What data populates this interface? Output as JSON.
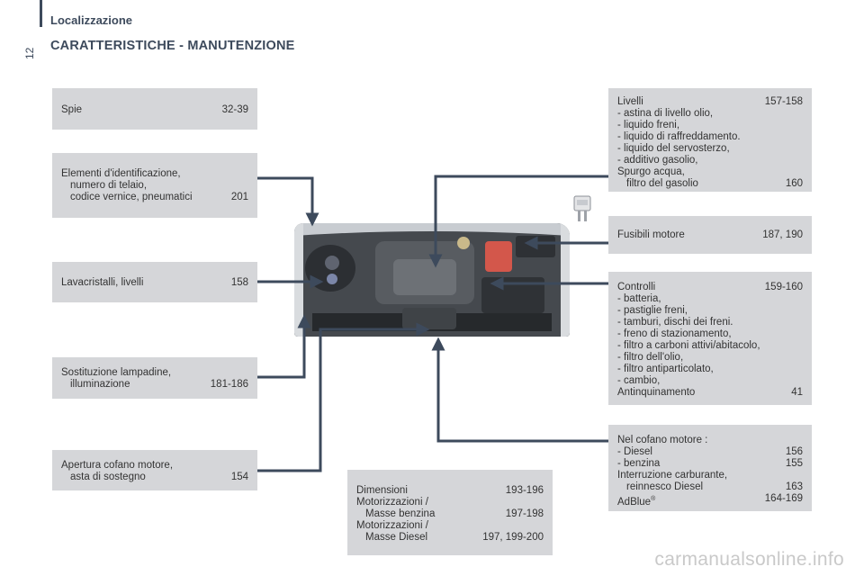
{
  "header": {
    "section": "Localizzazione",
    "title": "CARATTERISTICHE - MANUTENZIONE",
    "page_number": "12"
  },
  "left": {
    "spie": {
      "label": "Spie",
      "pages": "32-39"
    },
    "elementi": {
      "l1": "Elementi d'identificazione,",
      "l2": "numero di telaio,",
      "l3": "codice vernice, pneumatici",
      "pages": "201"
    },
    "lavacristalli": {
      "label": "Lavacristalli, livelli",
      "pages": "158"
    },
    "lampadine": {
      "l1": "Sostituzione lampadine,",
      "l2": "illuminazione",
      "pages": "181-186"
    },
    "cofano": {
      "l1": "Apertura cofano motore,",
      "l2": "asta di sostegno",
      "pages": "154"
    }
  },
  "bottom": {
    "dimensioni": {
      "label": "Dimensioni",
      "pages": "193-196"
    },
    "motorizzazioni_benzina": {
      "l1": "Motorizzazioni /",
      "l2": "Masse benzina",
      "pages": "197-198"
    },
    "motorizzazioni_diesel": {
      "l1": "Motorizzazioni /",
      "l2": "Masse Diesel",
      "pages": "197, 199-200"
    }
  },
  "right": {
    "livelli": {
      "label": "Livelli",
      "pages": "157-158",
      "items": [
        "-  astina di livello olio,",
        "-  liquido freni,",
        "-  liquido di raffreddamento.",
        "-  liquido del servosterzo,",
        "-  additivo gasolio,"
      ],
      "spurgo_l1": "Spurgo acqua,",
      "spurgo_l2": "filtro del gasolio",
      "spurgo_pages": "160"
    },
    "fusibili": {
      "label": "Fusibili motore",
      "pages": "187, 190"
    },
    "controlli": {
      "label": "Controlli",
      "pages": "159-160",
      "items": [
        "-  batteria,",
        "-  pastiglie freni,",
        "-  tamburi, dischi dei freni.",
        "-  freno di stazionamento,",
        "-  filtro a carboni attivi/abitacolo,",
        "-  filtro dell'olio,",
        "-  filtro antiparticolato,",
        "-  cambio,"
      ],
      "antinq_label": "Antinquinamento",
      "antinq_pages": "41"
    },
    "nel_cofano": {
      "label": "Nel cofano motore :",
      "diesel_label": "-  Diesel",
      "diesel_pages": "156",
      "benzina_label": "-  benzina",
      "benzina_pages": "155",
      "interr_l1": "Interruzione carburante,",
      "interr_l2": "reinnesco Diesel",
      "interr_pages": "163",
      "adblue_label": "AdBlue",
      "adblue_sup": "®",
      "adblue_pages": "164-169"
    }
  },
  "watermark": "carmanualsonline.info",
  "colors": {
    "box_bg": "#d5d6d9",
    "line": "#3d4a5c"
  }
}
